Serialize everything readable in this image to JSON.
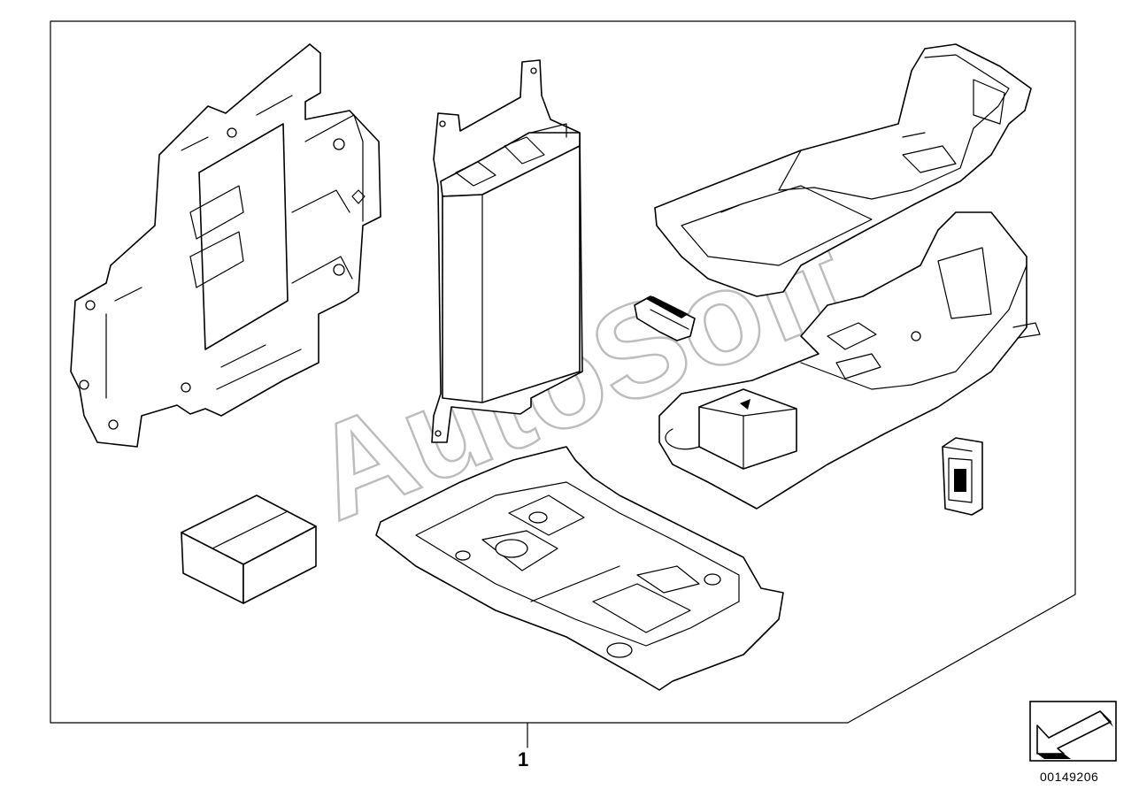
{
  "diagram": {
    "callout_number": "1",
    "drawing_number": "00149206",
    "watermark_text": "AutoSoft",
    "line_color": "#000000",
    "watermark_color": "#bdbdbd",
    "parts": [
      "mounting-bracket",
      "control-unit",
      "cradle-tray",
      "holder-base",
      "base-plate",
      "foam-pad",
      "small-cover",
      "connector-plug"
    ],
    "nav_icon": "direction-arrow-icon"
  }
}
